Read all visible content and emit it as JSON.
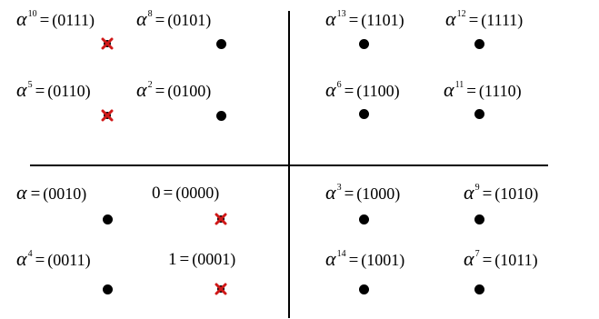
{
  "symbol": "α",
  "equals": "=",
  "mark_color": "#d01818",
  "dot_color": "#000000",
  "points": [
    {
      "id": "a10",
      "exp": "10",
      "value": "(0111)",
      "mark": "x"
    },
    {
      "id": "a8",
      "exp": "8",
      "value": "(0101)",
      "mark": "dot"
    },
    {
      "id": "a13",
      "exp": "13",
      "value": "(1101)",
      "mark": "dot"
    },
    {
      "id": "a12",
      "exp": "12",
      "value": "(1111)",
      "mark": "dot"
    },
    {
      "id": "a5",
      "exp": "5",
      "value": "(0110)",
      "mark": "x"
    },
    {
      "id": "a2",
      "exp": "2",
      "value": "(0100)",
      "mark": "dot"
    },
    {
      "id": "a6",
      "exp": "6",
      "value": "(1100)",
      "mark": "dot"
    },
    {
      "id": "a11",
      "exp": "11",
      "value": "(1110)",
      "mark": "dot"
    },
    {
      "id": "a1",
      "exp": "",
      "value": "(0010)",
      "mark": "dot"
    },
    {
      "id": "zero",
      "plain": "0",
      "value": "(0000)",
      "mark": "x"
    },
    {
      "id": "a3",
      "exp": "3",
      "value": "(1000)",
      "mark": "dot"
    },
    {
      "id": "a9",
      "exp": "9",
      "value": "(1010)",
      "mark": "dot"
    },
    {
      "id": "a4",
      "exp": "4",
      "value": "(0011)",
      "mark": "dot"
    },
    {
      "id": "one",
      "plain": "1",
      "value": "(0001)",
      "mark": "x"
    },
    {
      "id": "a14",
      "exp": "14",
      "value": "(1001)",
      "mark": "dot"
    },
    {
      "id": "a7",
      "exp": "7",
      "value": "(1011)",
      "mark": "dot"
    }
  ]
}
